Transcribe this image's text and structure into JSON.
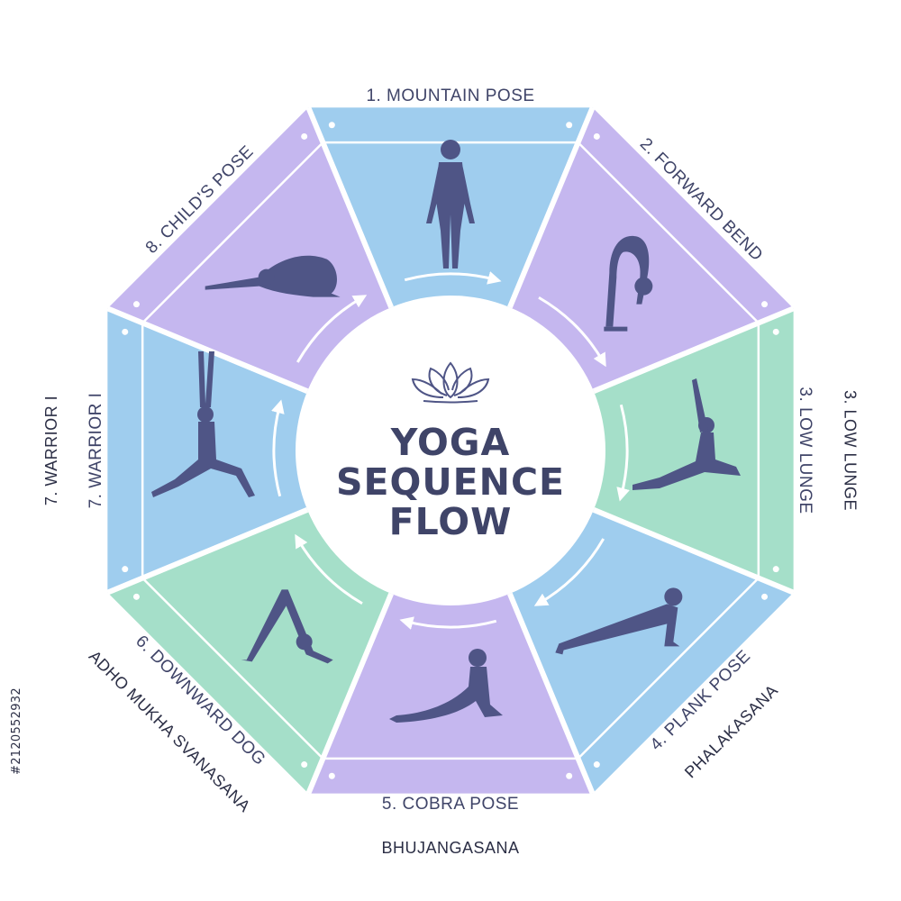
{
  "title_lines": [
    "YOGA",
    "SEQUENCE",
    "FLOW"
  ],
  "poses": [
    {
      "label": "1. MOUNTAIN POSE",
      "sanskrit": "",
      "color": "#9fcdee"
    },
    {
      "label": "2. FORWARD BEND",
      "sanskrit": "",
      "color": "#c5b7ef"
    },
    {
      "label": "3. LOW LUNGE",
      "sanskrit": "3. LOW LUNGE",
      "color": "#a5dfc9"
    },
    {
      "label": "4. PLANK POSE",
      "sanskrit": "PHALAKASANA",
      "color": "#9fcdee"
    },
    {
      "label": "5. COBRA POSE",
      "sanskrit": "BHUJANGASANA",
      "color": "#c5b7ef"
    },
    {
      "label": "6. DOWNWARD DOG",
      "sanskrit": "ADHO MUKHA SVANASANA",
      "color": "#a5dfc9"
    },
    {
      "label": "7. WARRIOR I",
      "sanskrit": "7. WARRIOR I",
      "color": "#9fcdee"
    },
    {
      "label": "8. CHILD'S POSE",
      "sanskrit": "",
      "color": "#c5b7ef"
    }
  ],
  "colors": {
    "figure": "#4f5586",
    "text": "#3f4468",
    "divider": "#ffffff"
  },
  "watermark_id": "#212055293​2",
  "watermark_text": "#2120552932"
}
